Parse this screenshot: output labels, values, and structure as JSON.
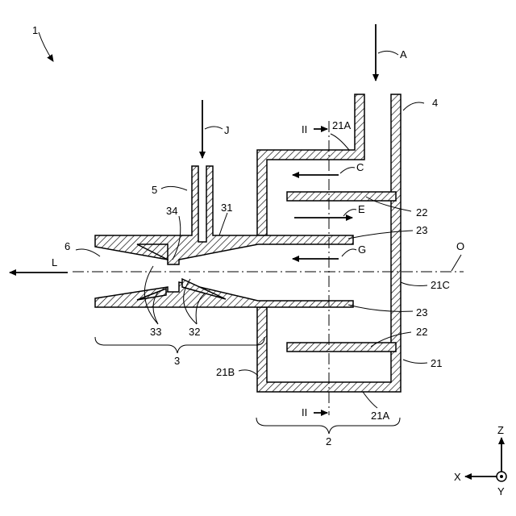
{
  "labels": {
    "device": "1",
    "flow_a": "A",
    "pipe_4": "4",
    "section_ii_top": "II",
    "wall_21a_top": "21A",
    "flow_c": "C",
    "flow_j": "J",
    "pipe_5": "5",
    "label_34": "34",
    "label_31": "31",
    "label_22_top": "22",
    "flow_e": "E",
    "label_23_top": "23",
    "outlet_6": "6",
    "flow_l": "L",
    "flow_g": "G",
    "axis_o": "O",
    "wall_21c": "21C",
    "label_23_bottom": "23",
    "label_22_bottom": "22",
    "label_33": "33",
    "label_32": "32",
    "part_3": "3",
    "part_21": "21",
    "wall_21b": "21B",
    "section_ii_bottom": "II",
    "wall_21a_bottom": "21A",
    "part_2": "2",
    "axis_z": "Z",
    "axis_x": "X",
    "axis_y": "Y"
  },
  "colors": {
    "ink": "#000000",
    "background": "#ffffff"
  }
}
